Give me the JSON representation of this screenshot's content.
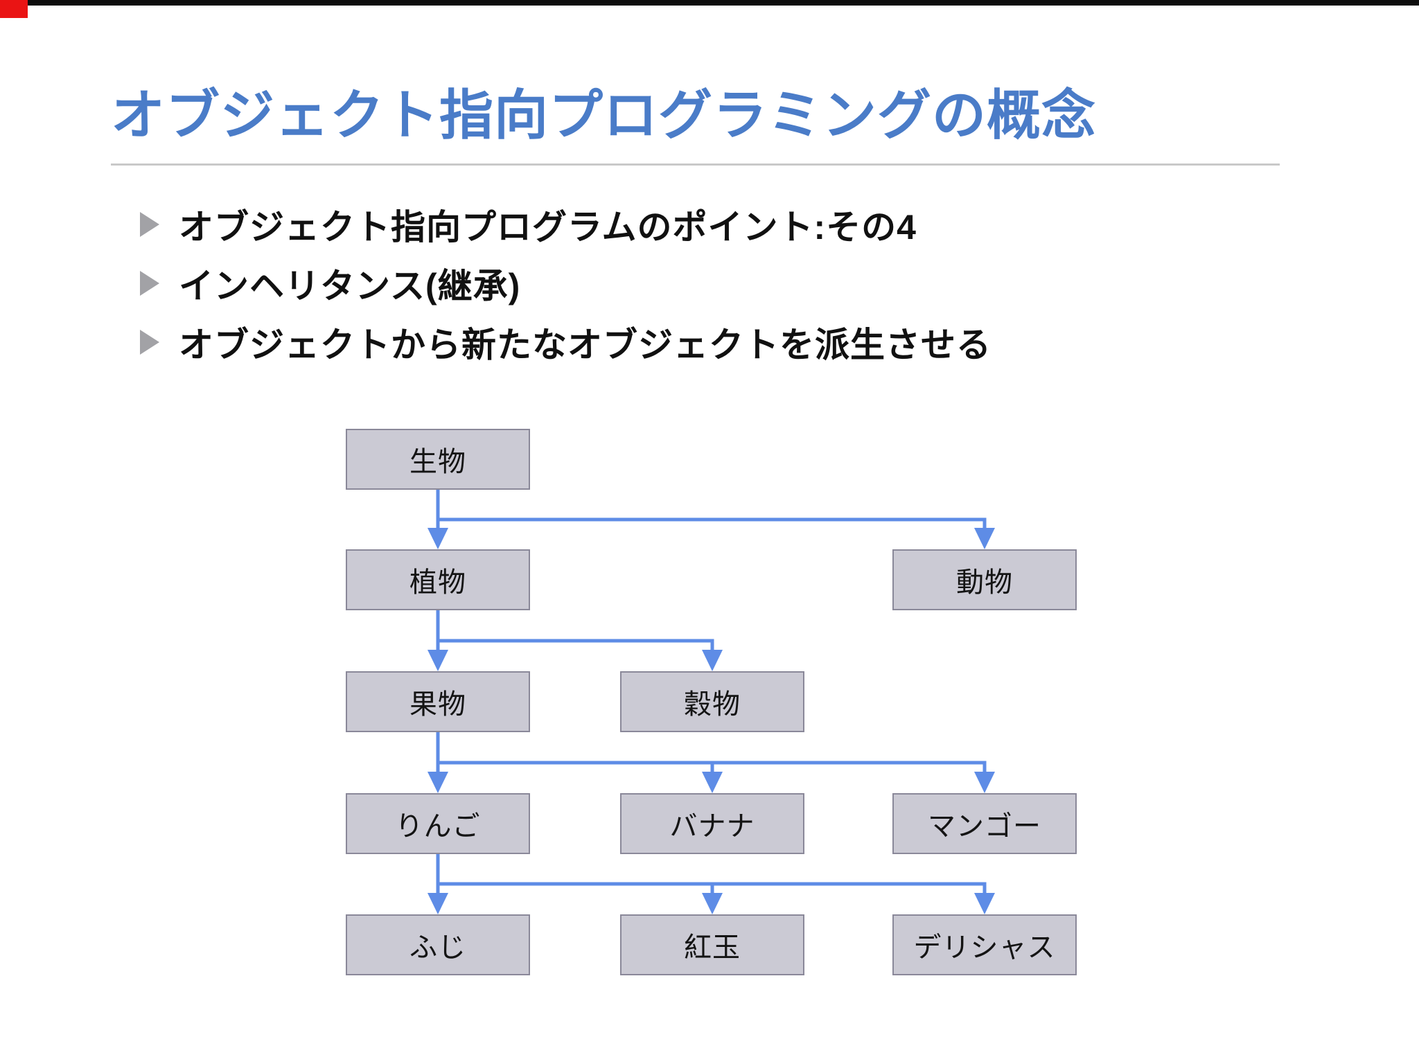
{
  "slide": {
    "title": "オブジェクト指向プログラミングの概念",
    "bullets": [
      "オブジェクト指向プログラムのポイント:その4",
      "インヘリタンス(継承)",
      "オブジェクトから新たなオブジェクトを派生させる"
    ],
    "colors": {
      "title_blue": "#4a7cc8",
      "arrow_blue": "#5e8ce6",
      "box_fill": "#cbcad4",
      "box_border": "#8a8899",
      "bullet_marker_gray": "#a2a2a6",
      "rule_gray": "#c9c9c9",
      "corner_red": "#ea1414"
    }
  },
  "diagram": {
    "nodes": [
      {
        "id": "organism",
        "label": "生物"
      },
      {
        "id": "plant",
        "label": "植物"
      },
      {
        "id": "animal",
        "label": "動物"
      },
      {
        "id": "fruit",
        "label": "果物"
      },
      {
        "id": "grain",
        "label": "穀物"
      },
      {
        "id": "apple",
        "label": "りんご"
      },
      {
        "id": "banana",
        "label": "バナナ"
      },
      {
        "id": "mango",
        "label": "マンゴー"
      },
      {
        "id": "fuji",
        "label": "ふじ"
      },
      {
        "id": "kogyoku",
        "label": "紅玉"
      },
      {
        "id": "delicious",
        "label": "デリシャス"
      }
    ],
    "edges": [
      [
        "生物",
        "植物"
      ],
      [
        "生物",
        "動物"
      ],
      [
        "植物",
        "果物"
      ],
      [
        "植物",
        "穀物"
      ],
      [
        "果物",
        "りんご"
      ],
      [
        "果物",
        "バナナ"
      ],
      [
        "果物",
        "マンゴー"
      ],
      [
        "りんご",
        "ふじ"
      ],
      [
        "りんご",
        "紅玉"
      ],
      [
        "りんご",
        "デリシャス"
      ]
    ]
  }
}
